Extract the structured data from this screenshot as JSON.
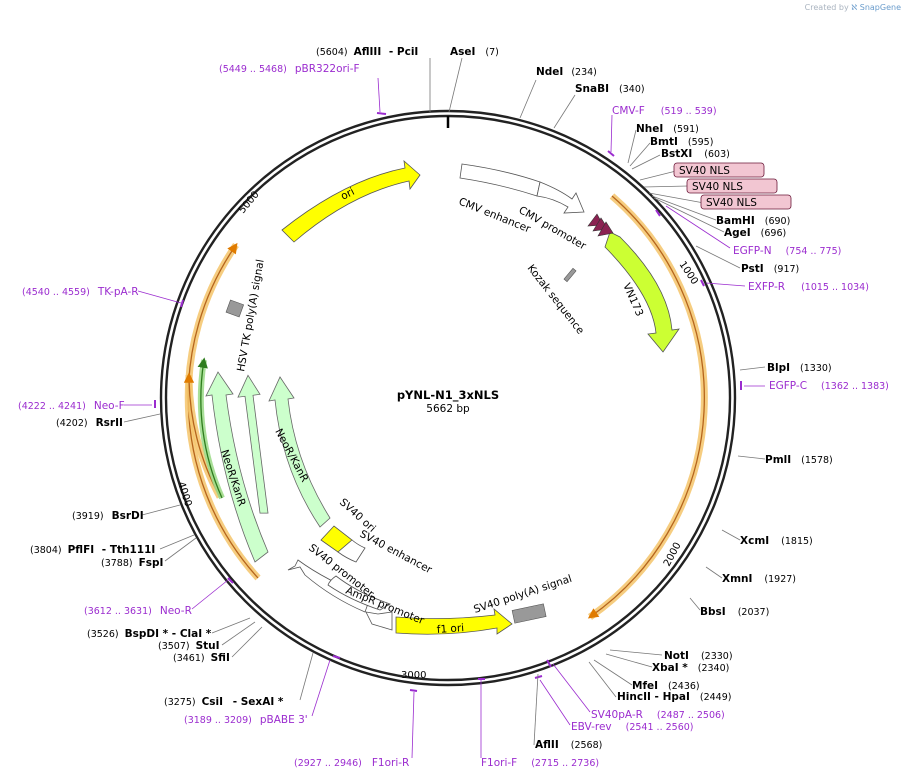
{
  "watermark": {
    "prefix": "Created by",
    "brand": "SnapGene"
  },
  "plasmid": {
    "name": "pYNL-N1_3xNLS",
    "size_label": "5662 bp",
    "length": 5662
  },
  "ticks": [
    "1000",
    "2000",
    "3000",
    "4000",
    "5000"
  ],
  "enzymes": [
    {
      "name": "AflIII",
      "name2": "PciI",
      "pos": "(5604)"
    },
    {
      "name": "AseI",
      "pos": "(7)"
    },
    {
      "name": "NdeI",
      "pos": "(234)"
    },
    {
      "name": "SnaBI",
      "pos": "(340)"
    },
    {
      "name": "NheI",
      "pos": "(591)"
    },
    {
      "name": "BmtI",
      "pos": "(595)"
    },
    {
      "name": "BstXI",
      "pos": "(603)"
    },
    {
      "name": "BamHI",
      "pos": "(690)"
    },
    {
      "name": "AgeI",
      "pos": "(696)"
    },
    {
      "name": "PstI",
      "pos": "(917)"
    },
    {
      "name": "BlpI",
      "pos": "(1330)"
    },
    {
      "name": "PmlI",
      "pos": "(1578)"
    },
    {
      "name": "XcmI",
      "pos": "(1815)"
    },
    {
      "name": "XmnI",
      "pos": "(1927)"
    },
    {
      "name": "BbsI",
      "pos": "(2037)"
    },
    {
      "name": "NotI",
      "pos": "(2330)"
    },
    {
      "name": "XbaI *",
      "pos": "(2340)"
    },
    {
      "name": "MfeI",
      "pos": "(2436)"
    },
    {
      "name": "HincII",
      "name2": "HpaI",
      "pos": "(2449)"
    },
    {
      "name": "AflII",
      "pos": "(2568)"
    },
    {
      "name": "CsiI",
      "name2": "SexAI *",
      "pos": "(3275)"
    },
    {
      "name": "SfiI",
      "pos": "(3461)"
    },
    {
      "name": "StuI",
      "pos": "(3507)"
    },
    {
      "name": "BspDI *",
      "name2": "ClaI *",
      "pos": "(3526)"
    },
    {
      "name": "FspI",
      "pos": "(3788)"
    },
    {
      "name": "PflFI",
      "name2": "Tth111I",
      "pos": "(3804)"
    },
    {
      "name": "BsrDI",
      "pos": "(3919)"
    },
    {
      "name": "RsrII",
      "pos": "(4202)"
    }
  ],
  "primers": [
    {
      "name": "pBR322ori-F",
      "range": "(5449 .. 5468)"
    },
    {
      "name": "CMV-F",
      "range": "(519 .. 539)"
    },
    {
      "name": "EGFP-N",
      "range": "(754 .. 775)"
    },
    {
      "name": "EXFP-R",
      "range": "(1015 .. 1034)"
    },
    {
      "name": "EGFP-C",
      "range": "(1362 .. 1383)"
    },
    {
      "name": "SV40pA-R",
      "range": "(2487 .. 2506)"
    },
    {
      "name": "EBV-rev",
      "range": "(2541 .. 2560)"
    },
    {
      "name": "F1ori-F",
      "range": "(2715 .. 2736)"
    },
    {
      "name": "F1ori-R",
      "range": "(2927 .. 2946)"
    },
    {
      "name": "pBABE 3'",
      "range": "(3189 .. 3209)"
    },
    {
      "name": "Neo-R",
      "range": "(3612 .. 3631)"
    },
    {
      "name": "Neo-F",
      "range": "(4222 .. 4241)"
    },
    {
      "name": "TK-pA-R",
      "range": "(4540 .. 4559)"
    }
  ],
  "features": [
    {
      "name": "SV40 NLS"
    },
    {
      "name": "SV40 NLS"
    },
    {
      "name": "SV40 NLS"
    },
    {
      "name": "CMV enhancer"
    },
    {
      "name": "CMV promoter"
    },
    {
      "name": "Kozak sequence"
    },
    {
      "name": "VN173"
    },
    {
      "name": "ori"
    },
    {
      "name": "HSV TK poly(A) signal"
    },
    {
      "name": "NeoR/KanR"
    },
    {
      "name": "NeoR/KanR"
    },
    {
      "name": "SV40 ori"
    },
    {
      "name": "SV40 enhancer"
    },
    {
      "name": "SV40 promoter"
    },
    {
      "name": "AmpR promoter"
    },
    {
      "name": "f1 ori"
    },
    {
      "name": "SV40 poly(A) signal"
    }
  ],
  "colors": {
    "primer": "#9b2ccf",
    "orf_orange": "#f5c46a",
    "orf_line": "#b5651d",
    "orf_green": "#3c9a2a",
    "feature_yellow": "#ffff00",
    "vn173_green": "#ccff33",
    "neo_green": "#ccffcc",
    "nls_fill": "#8b2252",
    "nls_label_bg": "#f2c6d2",
    "polya_gray": "#999999"
  }
}
